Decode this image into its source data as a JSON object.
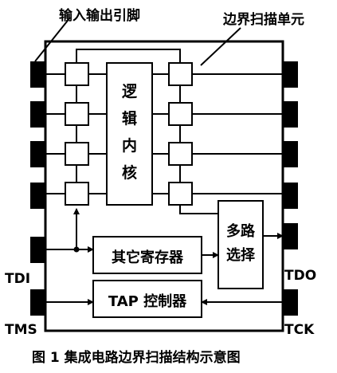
{
  "labels": {
    "io_pins": "输入输出引脚",
    "bs_cells": "边界扫描单元",
    "logic_core": [
      "逻",
      "辑",
      "内",
      "核"
    ],
    "mux": [
      "多路",
      "选择"
    ],
    "other_regs": "其它寄存器",
    "tap_ctrl": "TAP 控制器",
    "tdi": "TDI",
    "tms": "TMS",
    "tdo": "TDO",
    "tck": "TCK",
    "caption": "图 1  集成电路边界扫描结构示意图"
  },
  "colors": {
    "ink": "#000000",
    "paper": "#ffffff"
  }
}
